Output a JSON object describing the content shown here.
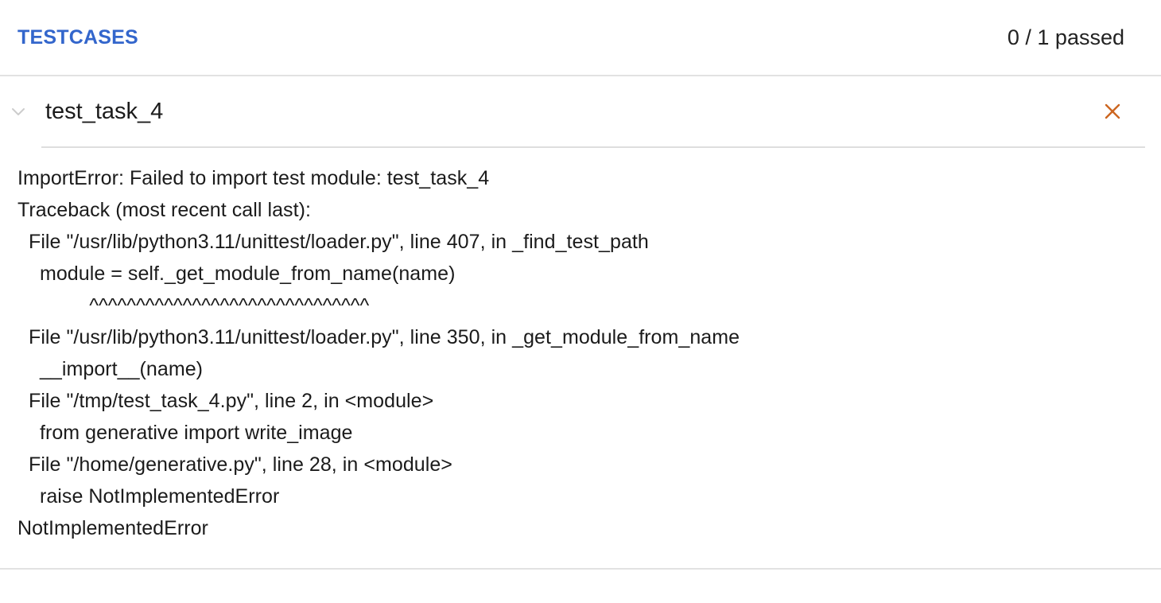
{
  "header": {
    "title": "TESTCASES",
    "summary": "0 / 1 passed",
    "title_color": "#3366cc",
    "summary_color": "#222222"
  },
  "testcase": {
    "name": "test_task_4",
    "expanded": true,
    "chevron_icon": "chevron-down-icon",
    "status_icon": "close-x-icon",
    "status": "failed",
    "status_color": "#cc6620",
    "chevron_color": "#cccccc",
    "traceback_lines": [
      "ImportError: Failed to import test module: test_task_4",
      "Traceback (most recent call last):",
      "  File \"/usr/lib/python3.11/unittest/loader.py\", line 407, in _find_test_path",
      "    module = self._get_module_from_name(name)",
      "             ^^^^^^^^^^^^^^^^^^^^^^^^^^^^^^",
      "  File \"/usr/lib/python3.11/unittest/loader.py\", line 350, in _get_module_from_name",
      "    __import__(name)",
      "  File \"/tmp/test_task_4.py\", line 2, in <module>",
      "    from generative import write_image",
      "  File \"/home/generative.py\", line 28, in <module>",
      "    raise NotImplementedError",
      "NotImplementedError"
    ]
  }
}
